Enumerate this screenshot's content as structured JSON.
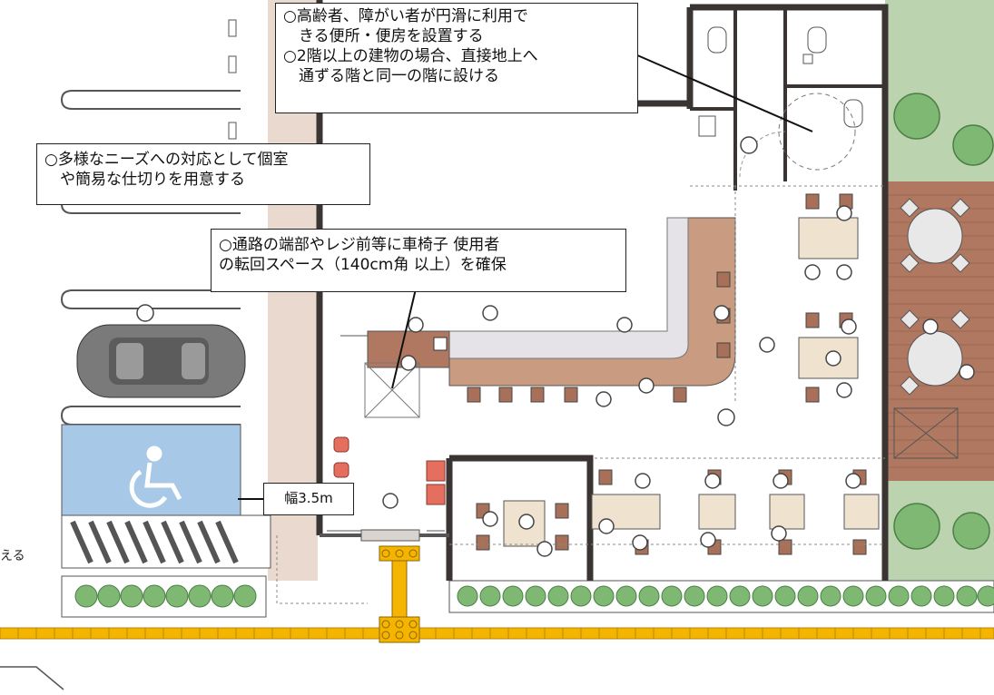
{
  "callouts": {
    "toilet": {
      "line1": "○高齢者、障がい者が円滑に利用で",
      "line2": "　きる便所・便房を設置する",
      "line3": "○2階以上の建物の場合、直接地上へ",
      "line4": "　通ずる階と同一の階に設ける"
    },
    "private_room": {
      "line1": "○多様なニーズへの対応として個室",
      "line2": "　や簡易な仕切りを用意する"
    },
    "wheelchair": {
      "line1": "○通路の端部やレジ前等に車椅子 使用者",
      "line2": "の転回スペース（140cm角 以上）を確保"
    },
    "width": {
      "label": "幅3.5m"
    }
  },
  "edge_fragment": "える",
  "colors": {
    "wall": "#3a3533",
    "floor": "#ffffff",
    "sidewalk_band": "#e9d9cf",
    "deck": "#b07860",
    "counter": "#c99b80",
    "counter_top": "#e6e3e8",
    "grass": "#bcd3b0",
    "tree": "#7fb872",
    "tactile": "#f5b400",
    "accessible_parking": "#a7c8e6",
    "car": "#7a7a7a",
    "seat": "#e56f5e",
    "table": "#efe3cf"
  },
  "icons": {
    "accessible_parking_symbol": "wheelchair-symbol-icon",
    "car": "car-icon",
    "trees": "tree-icon"
  }
}
